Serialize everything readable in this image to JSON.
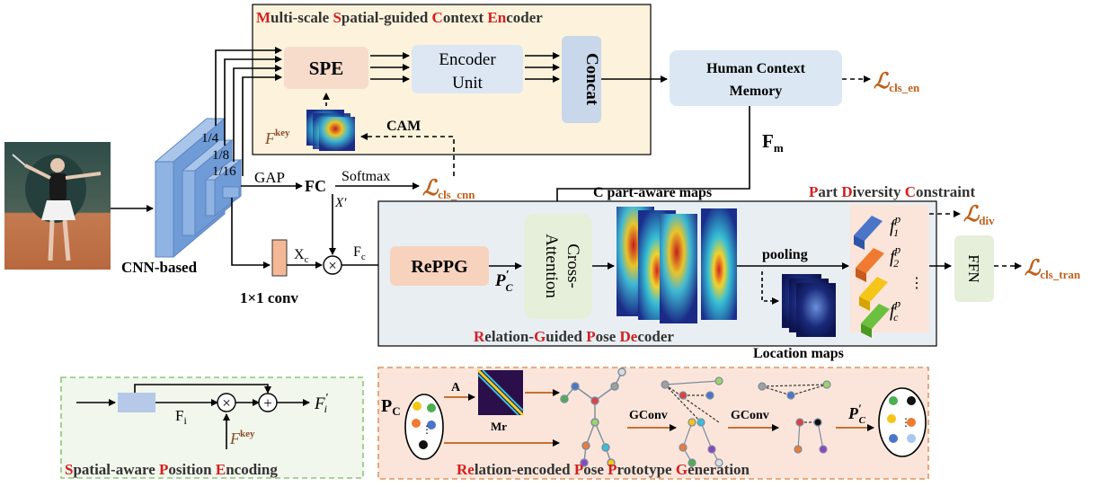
{
  "mse": {
    "title": [
      {
        "t": "M",
        "red": true
      },
      {
        "t": "ulti-scale ",
        "red": false
      },
      {
        "t": "S",
        "red": true
      },
      {
        "t": "patial-guided ",
        "red": false
      },
      {
        "t": "C",
        "red": true
      },
      {
        "t": "ontext ",
        "red": false
      },
      {
        "t": "En",
        "red": true
      },
      {
        "t": "coder",
        "red": false
      }
    ],
    "spe": "SPE",
    "encoder_line1": "Encoder",
    "encoder_line2": "Unit",
    "concat": "Concat",
    "fkey": "F",
    "fkey_sup": "key",
    "cam": "CAM"
  },
  "memory": {
    "line1": "Human Context",
    "line2": "Memory"
  },
  "losses": {
    "script_l": "ℒ",
    "cls_en": "cls_en",
    "cls_cnn": "cls_cnn",
    "div": "div",
    "cls_tran": "cls_tran"
  },
  "fm": {
    "base": "F",
    "sub": "m"
  },
  "backbone": {
    "label": "CNN-based",
    "scales": [
      "1/4",
      "1/8",
      "1/16"
    ],
    "gap": "GAP",
    "fc": "FC",
    "softmax": "Softmax",
    "xprime": "X′",
    "conv": "1×1 conv",
    "xc_base": "X",
    "xc_sub": "c",
    "fc_out_base": "F",
    "fc_out_sub": "c",
    "times": "⊗"
  },
  "rgpd": {
    "reppg": "RePPG",
    "pc_base": "P",
    "pc_prime": "′",
    "pc_sub": "C",
    "cross_line1": "Cross-",
    "cross_line2": "Attention",
    "part_maps_title": "C part-aware maps",
    "pooling": "pooling",
    "location_maps": "Location maps",
    "title": [
      {
        "t": "R",
        "red": true
      },
      {
        "t": "elation-",
        "red": false
      },
      {
        "t": "G",
        "red": true
      },
      {
        "t": "uided ",
        "red": false
      },
      {
        "t": "P",
        "red": true
      },
      {
        "t": "ose ",
        "red": false
      },
      {
        "t": "De",
        "red": true
      },
      {
        "t": "coder",
        "red": false
      }
    ]
  },
  "pdc": {
    "title": [
      {
        "t": "P",
        "red": true
      },
      {
        "t": "art ",
        "red": false
      },
      {
        "t": "D",
        "red": true
      },
      {
        "t": "iversity ",
        "red": false
      },
      {
        "t": "C",
        "red": true
      },
      {
        "t": "onstraint",
        "red": false
      }
    ],
    "f": "f",
    "sup": "p",
    "subs": [
      "1",
      "2",
      "c"
    ],
    "dots": "⋮"
  },
  "ffn": "FFN",
  "spe_panel": {
    "fi_base": "F",
    "fi_sub": "i",
    "fi_prime_base": "F",
    "fi_prime_sub": "i",
    "fi_prime_mark": "′",
    "fkey": "F",
    "fkey_sup": "key",
    "times": "⊗",
    "plus": "⊕",
    "title": [
      {
        "t": "S",
        "red": true
      },
      {
        "t": "patial-aware ",
        "red": false
      },
      {
        "t": "P",
        "red": true
      },
      {
        "t": "osition ",
        "red": false
      },
      {
        "t": "E",
        "red": true
      },
      {
        "t": "ncoding",
        "red": false
      }
    ]
  },
  "reppg_panel": {
    "pc_base": "P",
    "pc_sub": "C",
    "a": "A",
    "mr": "Mr",
    "gconv1": "GConv",
    "gconv2": "GConv",
    "out_base": "P",
    "out_prime": "′",
    "out_sub": "C",
    "dots": "⋮",
    "title": [
      {
        "t": "Re",
        "red": true
      },
      {
        "t": "lation-encoded ",
        "red": false
      },
      {
        "t": "P",
        "red": true
      },
      {
        "t": "ose ",
        "red": false
      },
      {
        "t": "P",
        "red": true
      },
      {
        "t": "rototype ",
        "red": false
      },
      {
        "t": "G",
        "red": true
      },
      {
        "t": "eneration",
        "red": false
      }
    ]
  },
  "colors": {
    "mse_bg": "#fdf3dc",
    "rgpd_bg": "#e9eef3",
    "spe_box": "#f7dccb",
    "encoder_box": "#dde7f3",
    "concat_box": "#c8d7ea",
    "memory_box": "#dbe8f3",
    "reppg_box": "#f7d3bd",
    "cross_box": "#e5efd9",
    "ffn_box": "#e5efd9",
    "spe_panel_bg": "#f1f7ec",
    "reppg_panel_bg": "#fbe5da",
    "loss_orange": "#c0601a",
    "title_red": "#d41f1f",
    "title_gray": "#333333",
    "cnn_blue": "#7ea6d9"
  }
}
